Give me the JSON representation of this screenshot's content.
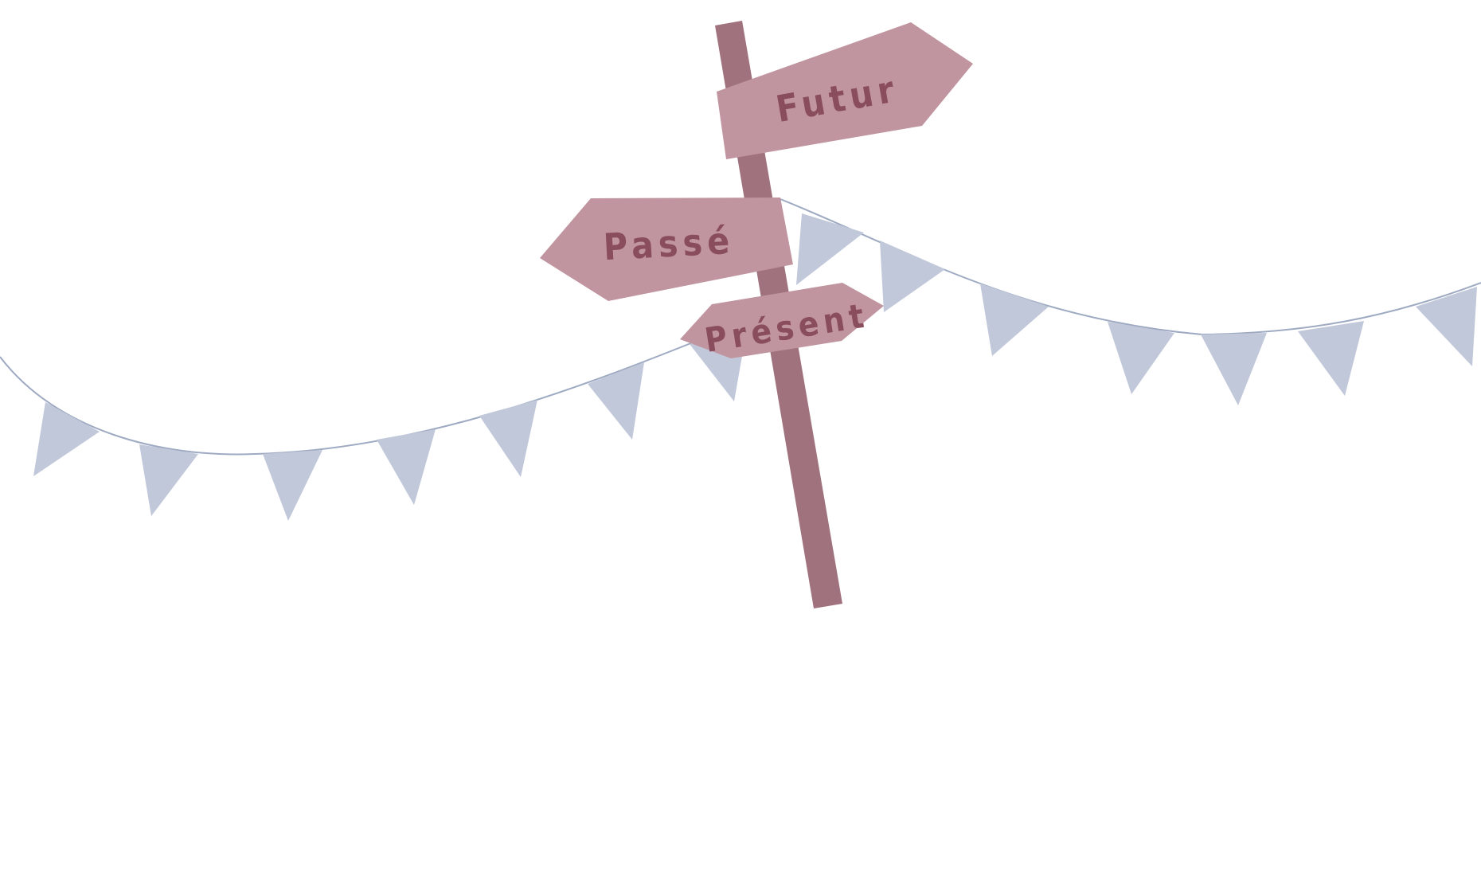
{
  "colors": {
    "background": "#ffffff",
    "post": "#a0727d",
    "sign": "#c095a0",
    "sign_text": "#8a4d5e",
    "pennant": "#c1c8da",
    "string": "#9eaac2"
  },
  "signs": {
    "futur": "Futur",
    "passe": "Passé",
    "present": "Présent"
  }
}
